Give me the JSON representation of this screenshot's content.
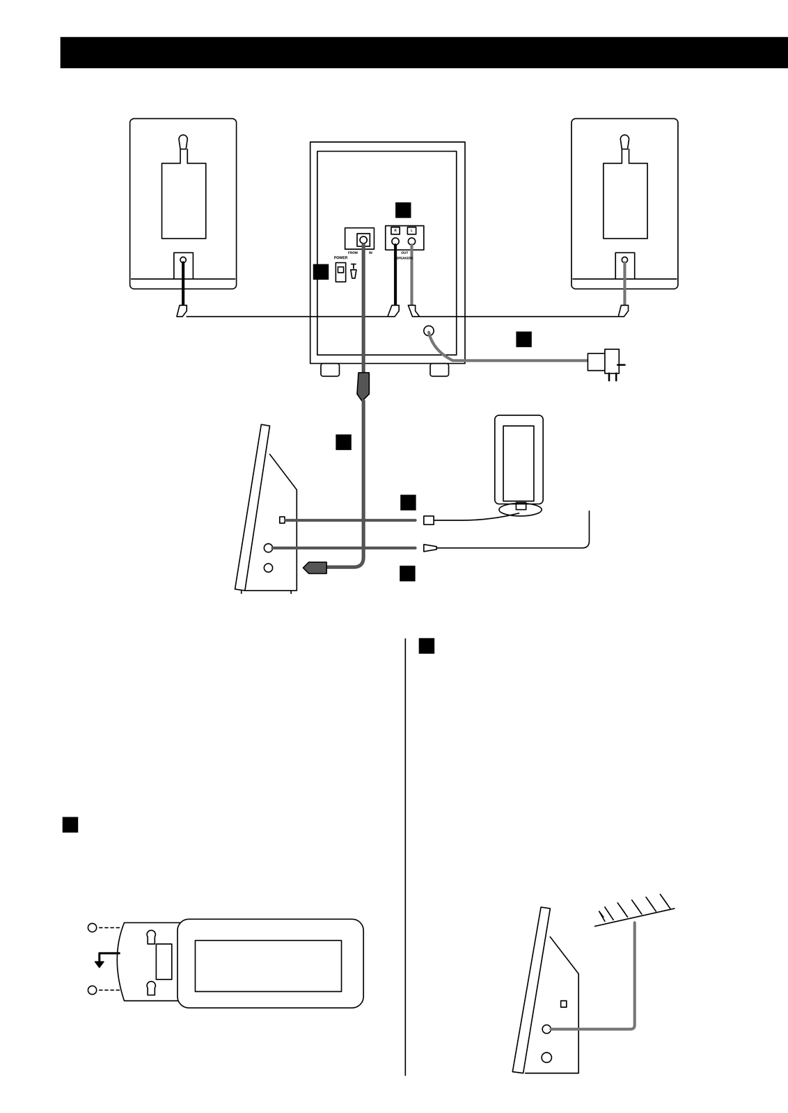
{
  "diagram": {
    "labels": [
      "POWER",
      "FROM",
      "IN",
      "R",
      "L",
      "OUT",
      "SPEAKERS"
    ]
  }
}
